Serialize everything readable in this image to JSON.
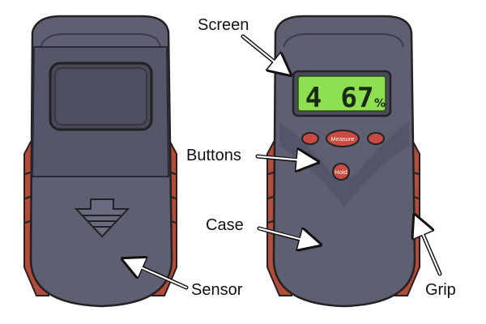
{
  "labels": {
    "screen": "Screen",
    "buttons": "Buttons",
    "case": "Case",
    "sensor": "Sensor",
    "grip": "Grip"
  },
  "display": {
    "left_digit": "4",
    "reading": "67",
    "unit": "%"
  },
  "device_buttons": {
    "measure": "Measure",
    "hold": "Hold"
  },
  "colors": {
    "case_gray": "#5f5f73",
    "case_dark": "#4a4a5c",
    "grip_red": "#b44a3a",
    "lcd_green": "#8ee050",
    "button_red": "#c84a40"
  }
}
